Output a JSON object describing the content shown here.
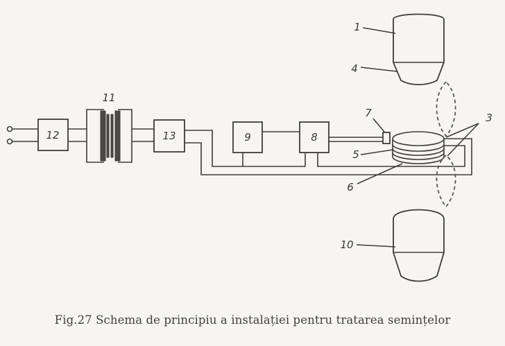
{
  "figure": {
    "caption": "Fig.27 Schema de principiu a instalației pentru tratarea semințelor",
    "labels": {
      "l1": "1",
      "l3": "3",
      "l4": "4",
      "l5": "5",
      "l6": "6",
      "l7": "7",
      "l8": "8",
      "l9": "9",
      "l10": "10",
      "l11": "11",
      "l12": "12",
      "l13": "13"
    }
  }
}
